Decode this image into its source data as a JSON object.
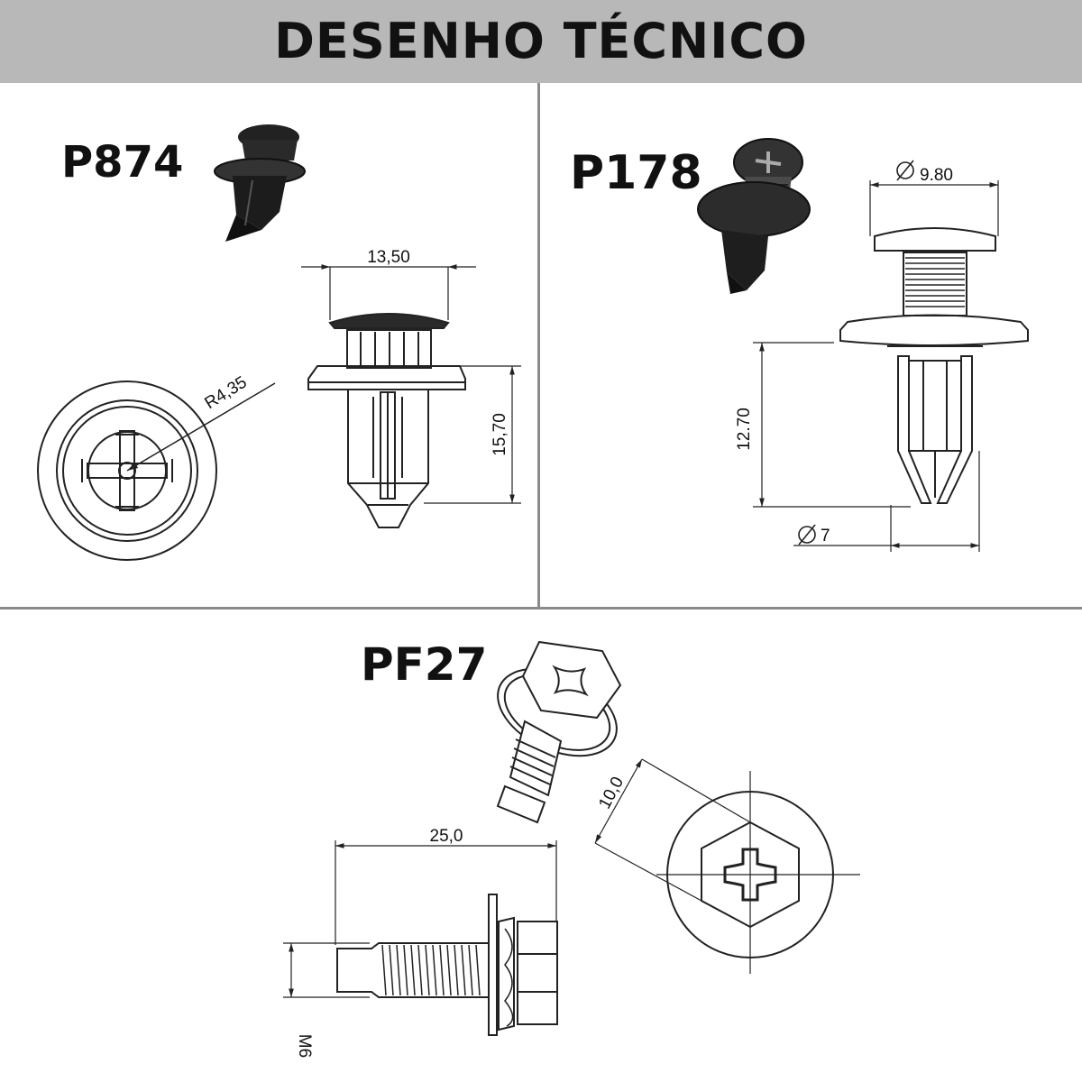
{
  "header": {
    "title": "DESENHO TÉCNICO"
  },
  "parts": [
    {
      "code": "P874",
      "dims": {
        "head_width": "13,50",
        "height": "15,70",
        "radius": "R4,35"
      }
    },
    {
      "code": "P178",
      "dims": {
        "head_diameter": "9.80",
        "height": "12.70",
        "body_diameter": "7"
      }
    },
    {
      "code": "PF27",
      "dims": {
        "length": "25,0",
        "hex": "10,0",
        "thread": "M6"
      }
    }
  ],
  "colors": {
    "header_bg": "#b8b8b8",
    "line": "#222222",
    "part_dark": "#1c1c1c",
    "divider": "#8a8a8a"
  }
}
